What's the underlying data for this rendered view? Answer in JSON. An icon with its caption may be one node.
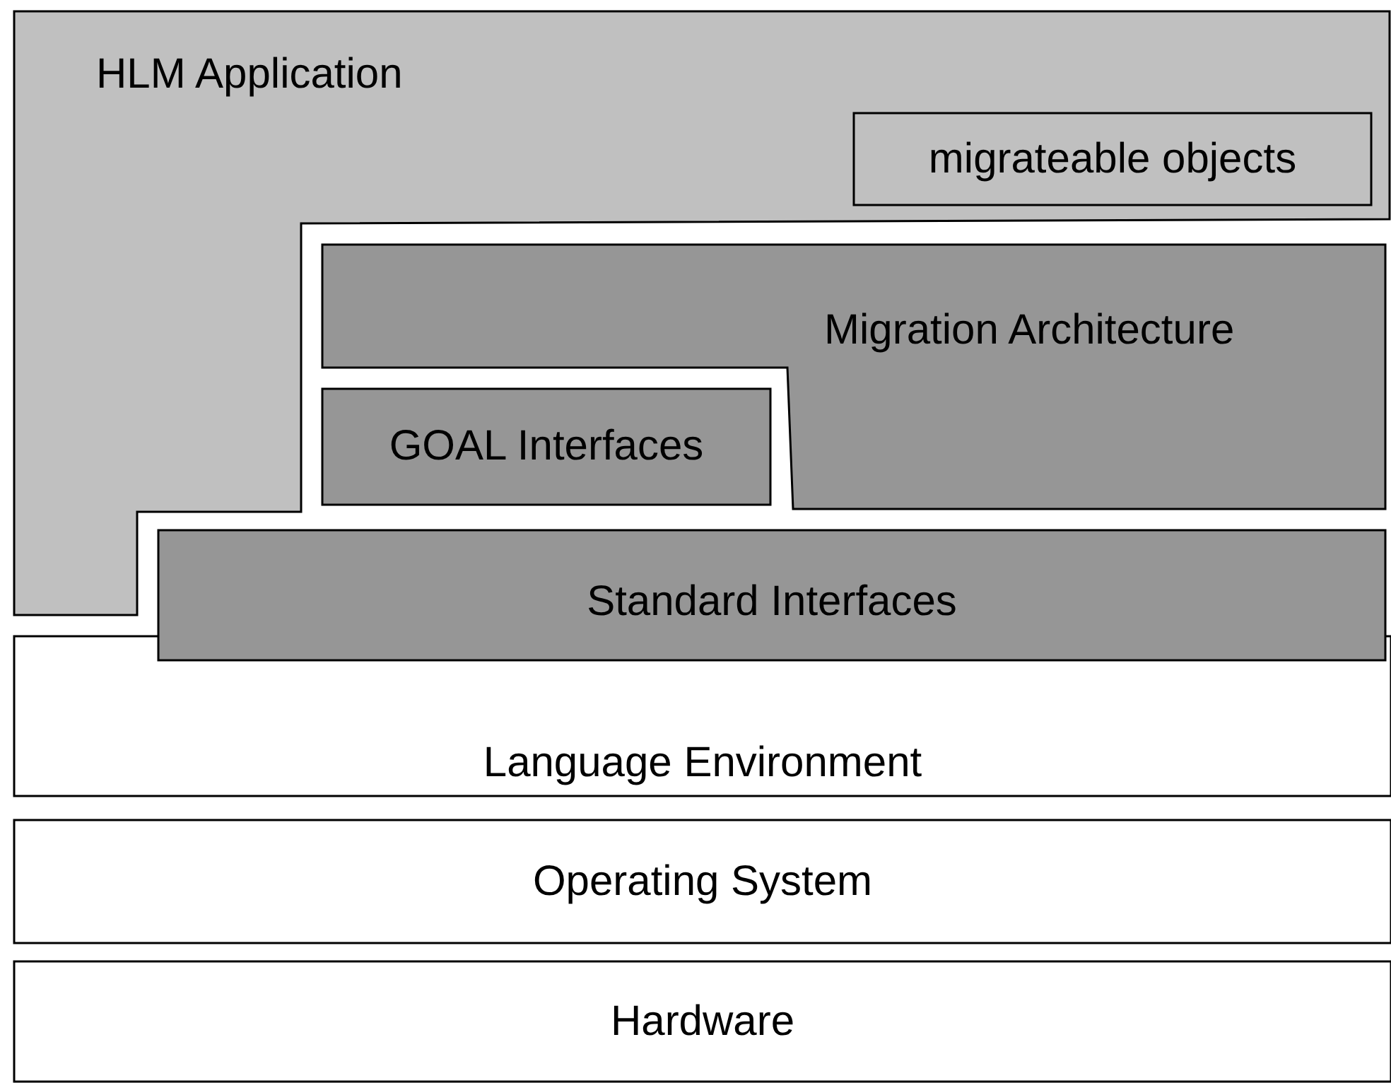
{
  "diagram": {
    "nodes": [
      {
        "text": [
          "HLM Application"
        ]
      },
      {
        "text": [
          "migrateable objects"
        ],
        "in": 0
      },
      {
        "text": [
          "Migration Architecture"
        ]
      },
      {
        "text": [
          "GOAL Interfaces"
        ]
      },
      {
        "text": [
          "Standard Interfaces"
        ]
      },
      {
        "text": [
          "Language Environment"
        ]
      },
      {
        "text": [
          "Operating System"
        ]
      },
      {
        "text": [
          "Hardware"
        ]
      }
    ]
  }
}
